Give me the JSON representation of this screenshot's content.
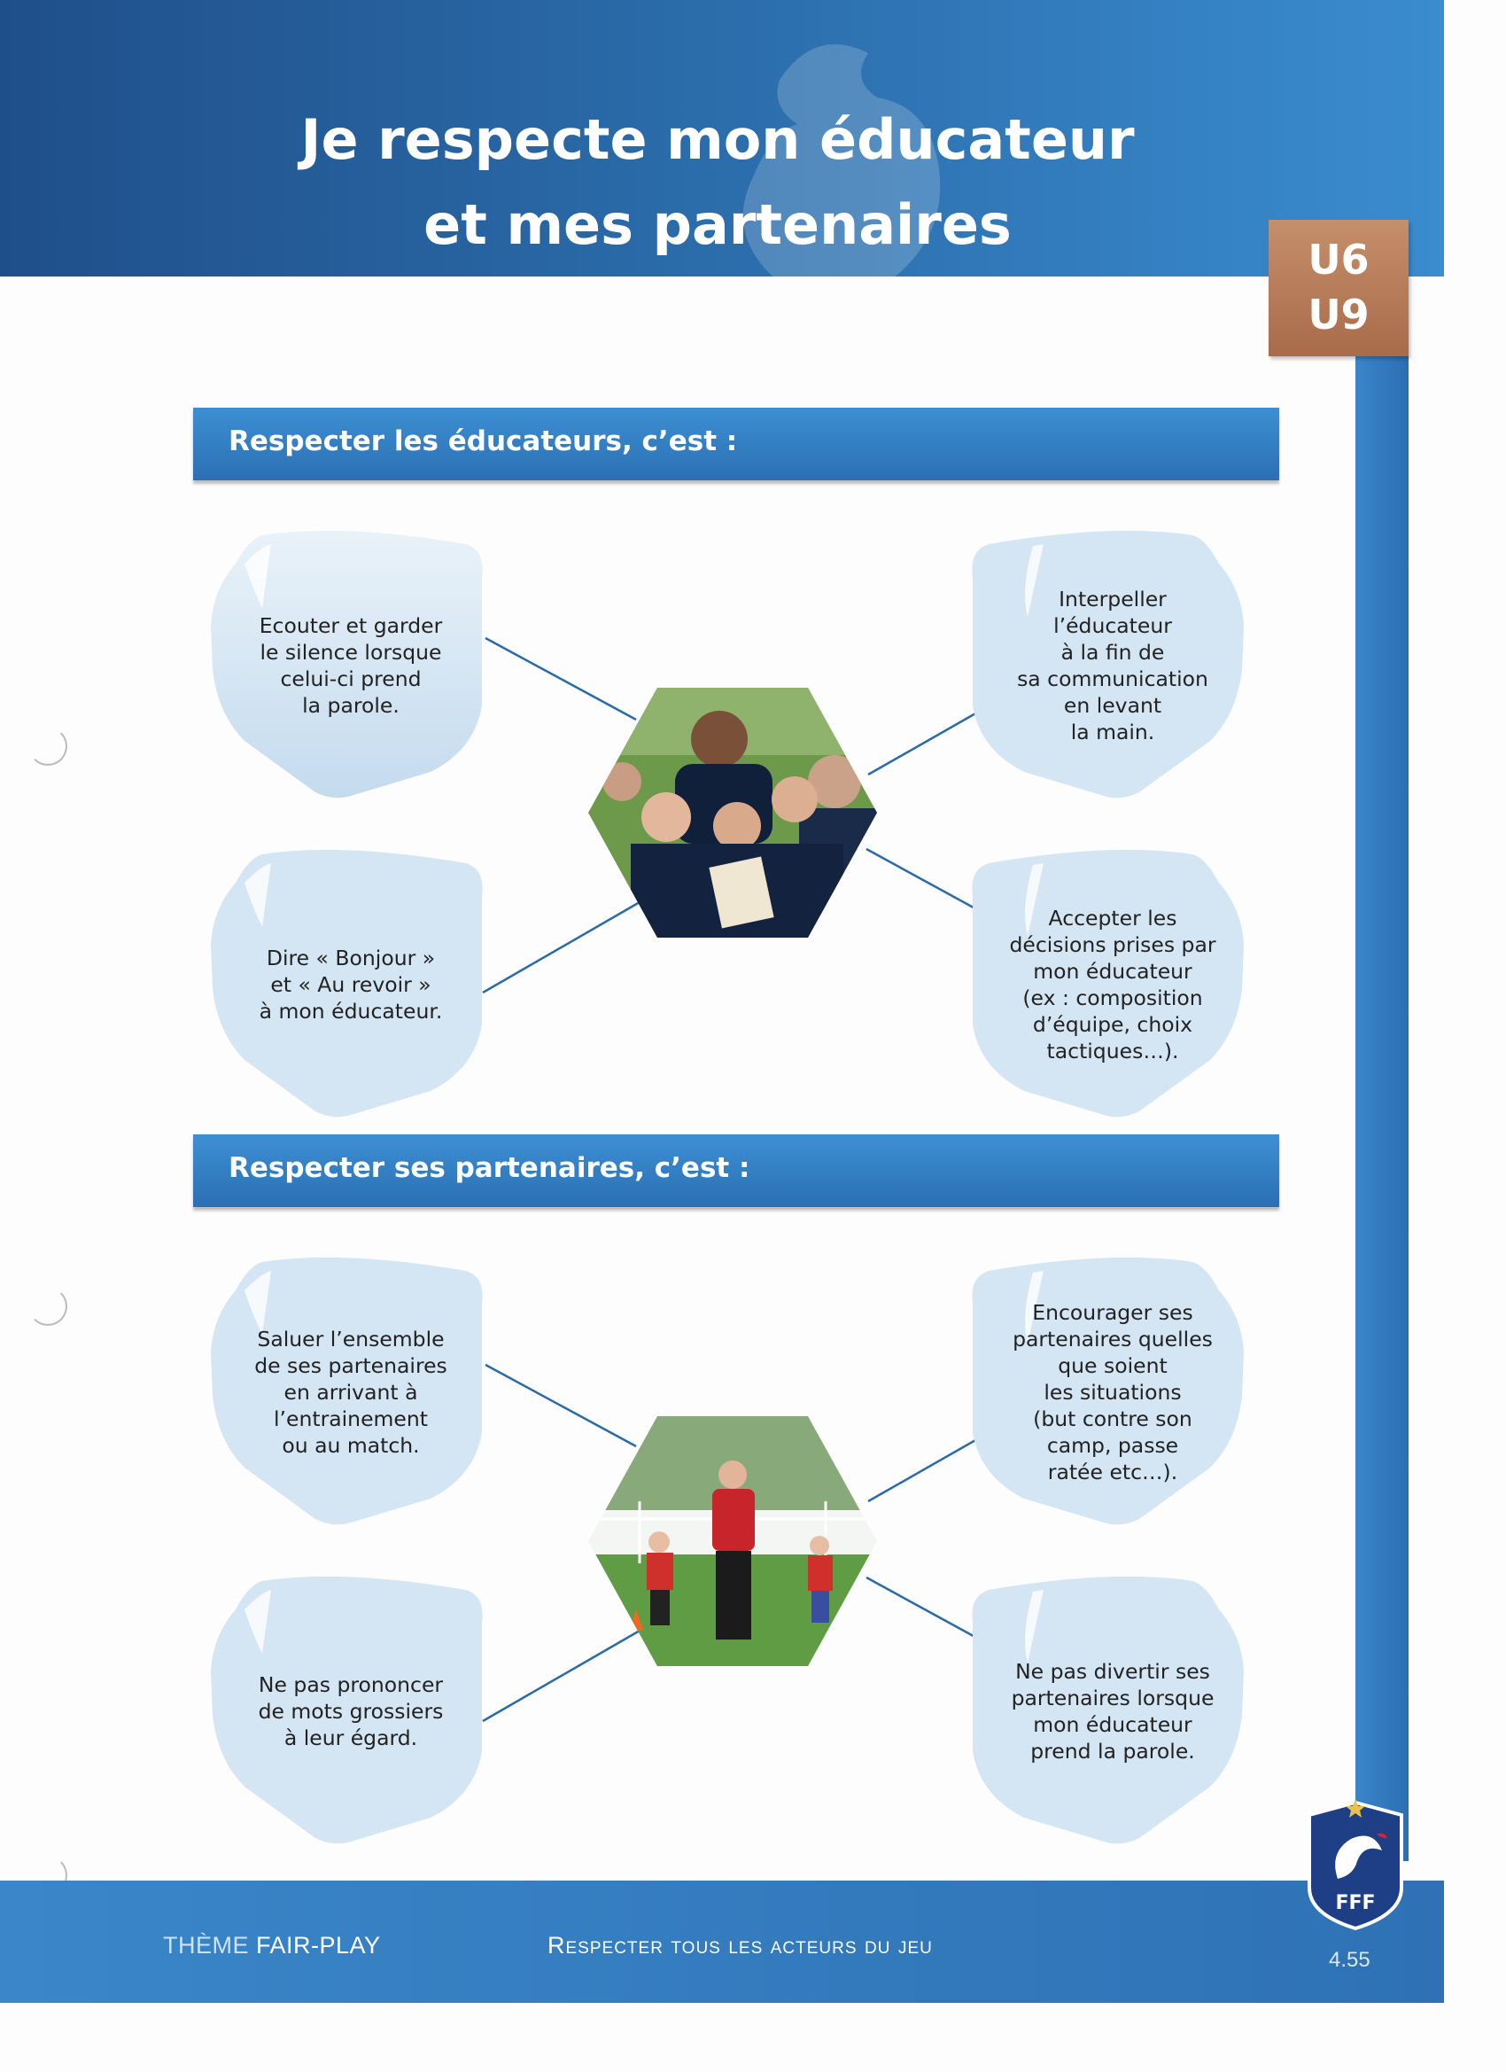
{
  "header": {
    "title_line1": "Je respecte mon éducateur",
    "title_line2": "et mes partenaires",
    "age_badge_line1": "U6",
    "age_badge_line2": "U9",
    "background_color": "#2a6aa8"
  },
  "section_educateurs": {
    "heading": "Respecter les éducateurs, c’est :",
    "bubbles": [
      "Ecouter et garder\nle silence lorsque\ncelui-ci prend\nla parole.",
      "Interpeller\nl’éducateur\nà la fin de\nsa communication\nen levant\nla main.",
      "Dire « Bonjour »\net « Au revoir »\nà mon éducateur.",
      "Accepter les\ndécisions prises par\nmon éducateur\n(ex : composition\nd’équipe, choix\ntactiques…)."
    ],
    "photo": "children-with-coach-photo"
  },
  "section_partenaires": {
    "heading": "Respecter ses partenaires, c’est :",
    "bubbles": [
      "Saluer l’ensemble\nde ses partenaires\nen arrivant à\nl’entrainement\nou au match.",
      "Encourager ses\npartenaires quelles\nque soient\nles situations\n(but contre son\ncamp, passe\nratée etc…).",
      "Ne pas prononcer\nde mots grossiers\nà leur égard.",
      "Ne pas divertir ses\npartenaires lorsque\nmon éducateur\nprend la parole."
    ],
    "photo": "coach-on-field-photo"
  },
  "footer": {
    "theme_prefix": "THÈME ",
    "theme_name": "FAIR-PLAY",
    "center_text": "Respecter tous les acteurs du jeu",
    "page_number": "4.55",
    "logo_text": "FFF"
  },
  "colors": {
    "accent_blue": "#2b6fb3",
    "bubble_fill": "#d6e6f3",
    "badge_brown": "#b47a56"
  }
}
